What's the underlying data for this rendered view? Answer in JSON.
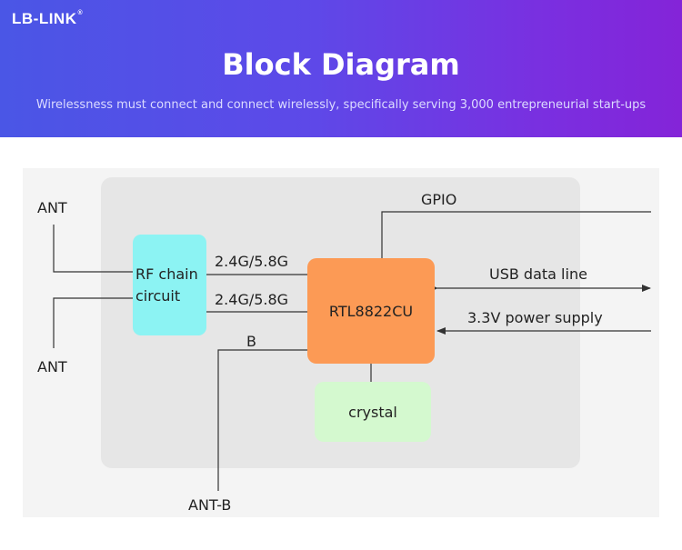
{
  "brand": {
    "logo_text": "LB-LINK",
    "logo_mark": "®"
  },
  "header": {
    "title": "Block Diagram",
    "subtitle": "Wirelessness must connect and connect wirelessly, specifically serving 3,000 entrepreneurial start-ups"
  },
  "diagram": {
    "blocks": {
      "rf": "RF chain\ncircuit",
      "chip": "RTL8822CU",
      "crystal": "crystal"
    },
    "labels": {
      "ant_top": "ANT",
      "ant_bottom": "ANT",
      "ant_b": "ANT-B",
      "b": "B",
      "band_1": "2.4G/5.8G",
      "band_2": "2.4G/5.8G",
      "gpio": "GPIO",
      "usb": "USB data line",
      "power": "3.3V power supply"
    },
    "colors": {
      "rf": "#8cf3f3",
      "chip": "#fc9a55",
      "crystal": "#d4f9cf",
      "lines": "#333333"
    }
  }
}
